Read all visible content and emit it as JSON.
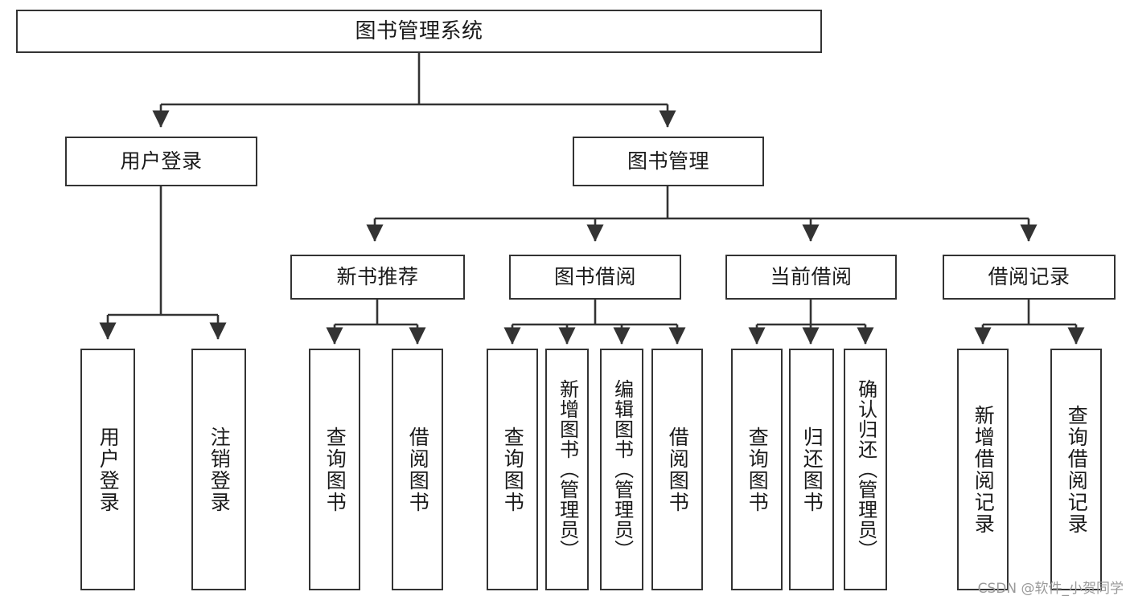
{
  "diagram": {
    "title": "图书管理系统",
    "type": "tree-hierarchy-functional-structure",
    "orientation": "top-down",
    "colors": {
      "background": "#ffffff",
      "node_fill": "#ffffff",
      "node_border": "#333333",
      "edge": "#333333",
      "text": "#1a1a1a",
      "watermark": "#9a9a9a"
    }
  },
  "nodes": {
    "root": {
      "label": "图书管理系统",
      "level": 1
    },
    "user_login": {
      "label": "用户登录",
      "level": 2
    },
    "book_manage": {
      "label": "图书管理",
      "level": 2
    },
    "new_book_rec": {
      "label": "新书推荐",
      "level": 3
    },
    "book_borrow": {
      "label": "图书借阅",
      "level": 3
    },
    "current_borrow": {
      "label": "当前借阅",
      "level": 3
    },
    "borrow_record": {
      "label": "借阅记录",
      "level": 3
    },
    "leaf_user_login": {
      "label": "用户登录",
      "level": 3
    },
    "leaf_logout": {
      "label": "注销登录",
      "level": 3
    },
    "leaf_query_book_1": {
      "label": "查询图书",
      "level": 4
    },
    "leaf_borrow_book_1": {
      "label": "借阅图书",
      "level": 4
    },
    "leaf_query_book_2": {
      "label": "查询图书",
      "level": 4
    },
    "leaf_add_book": {
      "label": "新增图书（管理员）",
      "level": 4
    },
    "leaf_edit_book": {
      "label": "编辑图书（管理员）",
      "level": 4
    },
    "leaf_borrow_book_2": {
      "label": "借阅图书",
      "level": 4
    },
    "leaf_query_book_3": {
      "label": "查询图书",
      "level": 4
    },
    "leaf_return_book": {
      "label": "归还图书",
      "level": 4
    },
    "leaf_confirm_return": {
      "label": "确认归还（管理员）",
      "level": 4
    },
    "leaf_add_record": {
      "label": "新增借阅记录",
      "level": 4
    },
    "leaf_query_record": {
      "label": "查询借阅记录",
      "level": 4
    }
  },
  "watermark": {
    "text": "CSDN @软件_小贺同学"
  }
}
